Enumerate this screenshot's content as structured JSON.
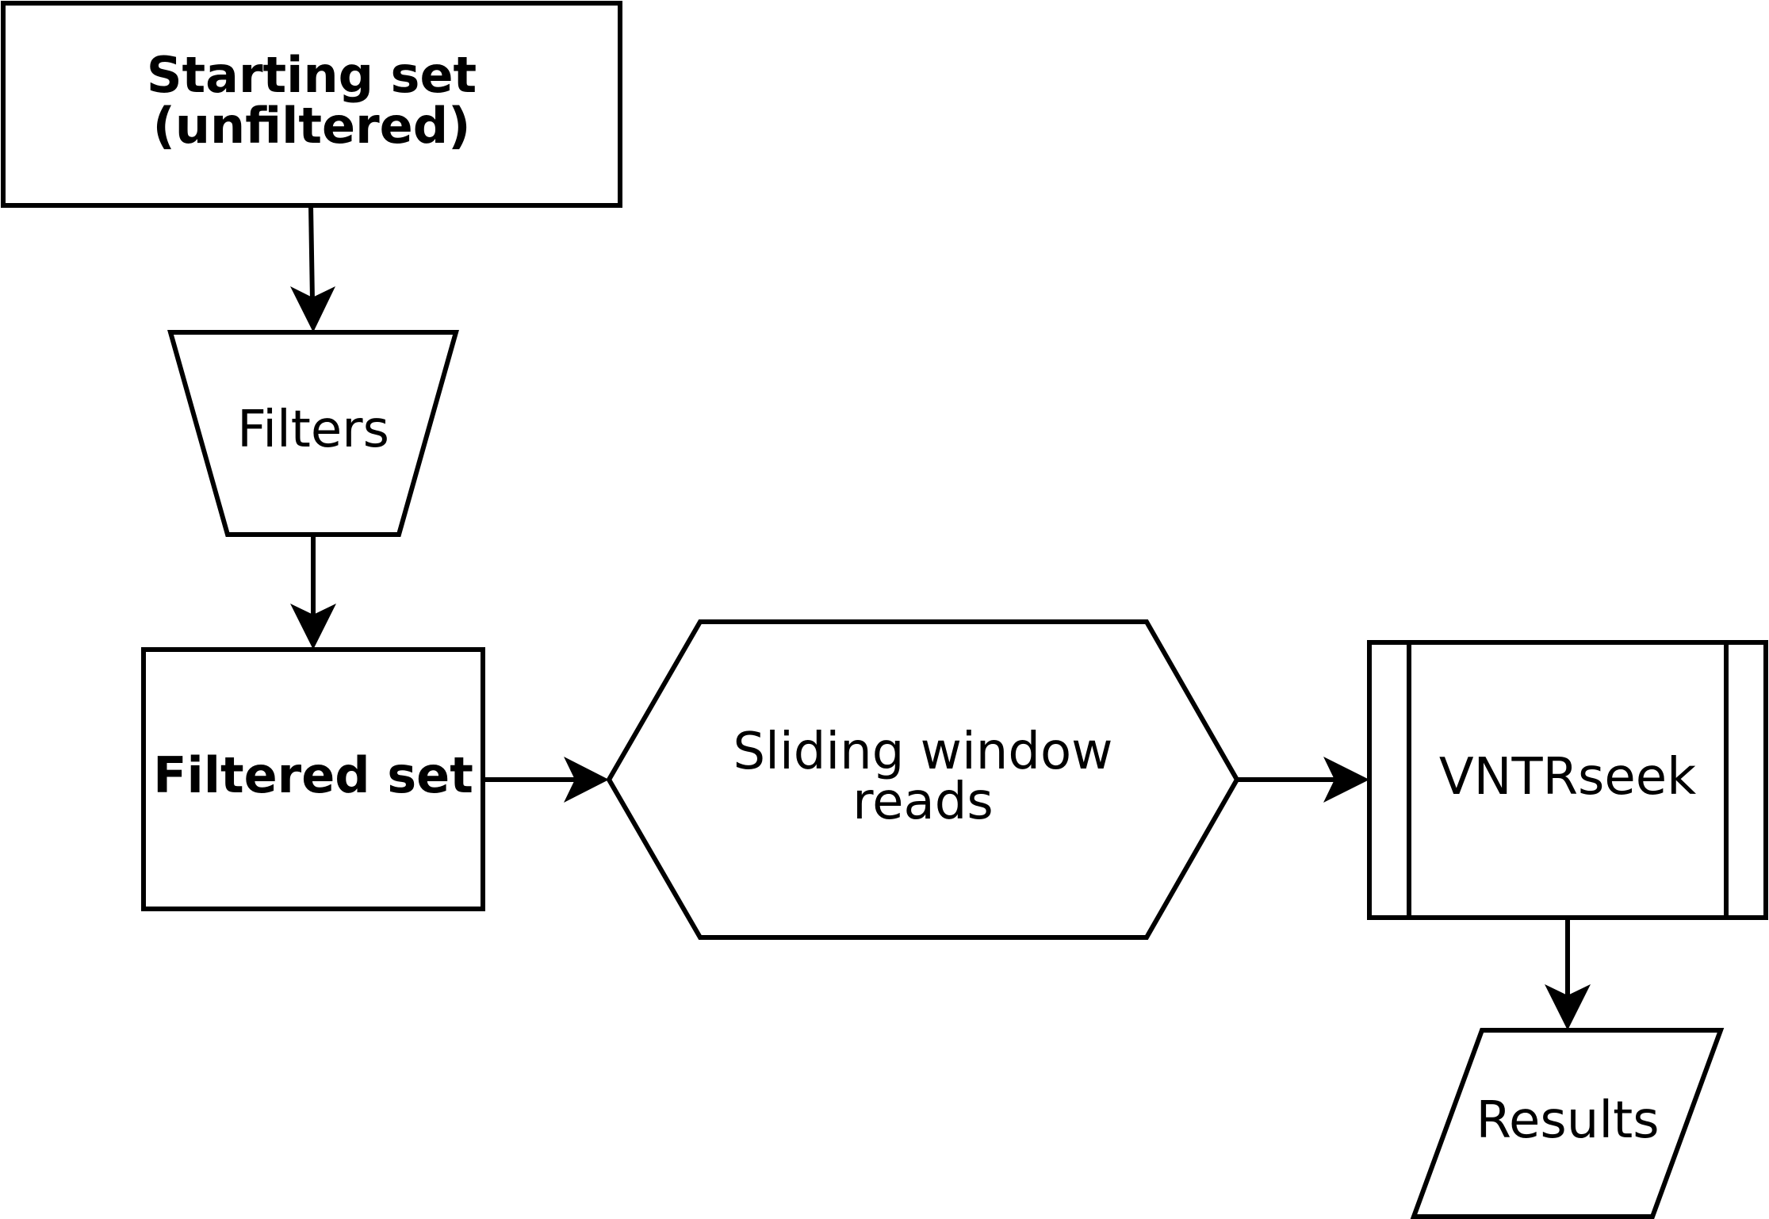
{
  "diagram": {
    "nodes": {
      "starting_set": {
        "line1": "Starting set",
        "line2": "(unfiltered)"
      },
      "filters": {
        "label": "Filters"
      },
      "filtered_set": {
        "label": "Filtered set"
      },
      "sliding_window": {
        "line1": "Sliding window",
        "line2": "reads"
      },
      "vntrseek": {
        "label": "VNTRseek"
      },
      "results": {
        "label": "Results"
      }
    }
  }
}
